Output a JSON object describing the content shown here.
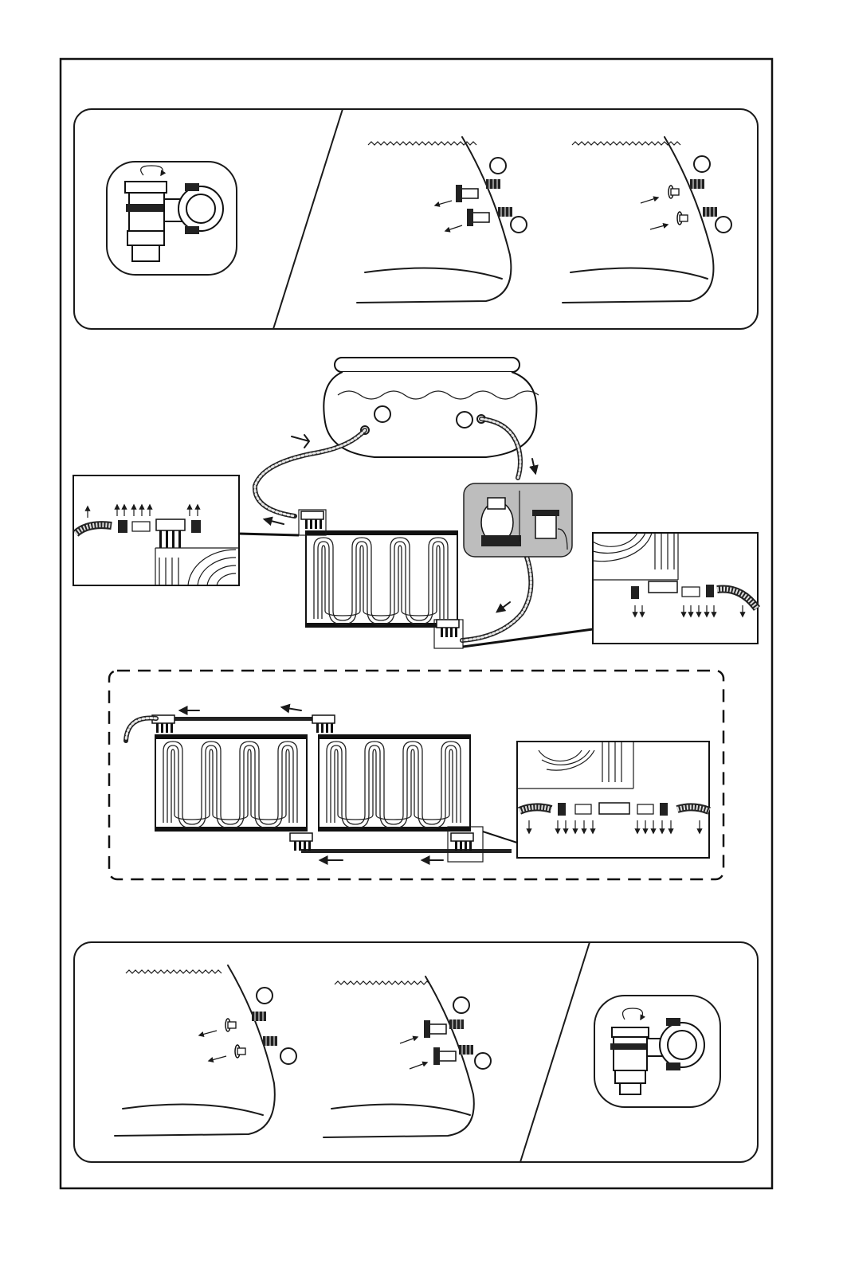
{
  "colors": {
    "ink": "#1a1a1a",
    "paper": "#ffffff",
    "pump_bg": "#bdbdbd"
  },
  "diagram": {
    "sections": [
      "pump-removal-and-plug-installation",
      "single-solar-heater-connection",
      "dual-solar-heater-connection",
      "plug-removal-and-pump-reinstallation"
    ],
    "callout_markers": [
      "blank-circle-marker",
      "blank-circle-marker"
    ]
  }
}
